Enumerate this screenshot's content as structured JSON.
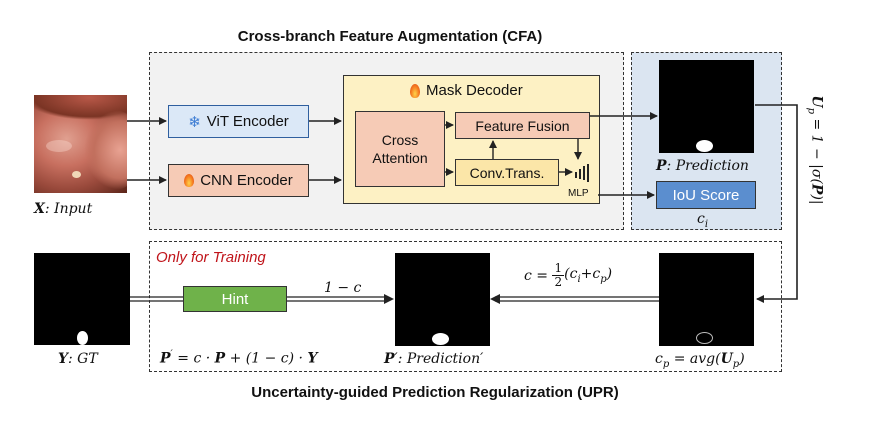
{
  "cfa_title": "Cross-branch Feature Augmentation (CFA)",
  "upr_title": "Uncertainty-guided Prediction Regularization (UPR)",
  "vit_encoder": {
    "icon": "snowflake-icon",
    "label": "ViT Encoder"
  },
  "cnn_encoder": {
    "icon": "fire-icon",
    "label": "CNN Encoder"
  },
  "mask_decoder": {
    "icon": "fire-icon",
    "title": "Mask Decoder",
    "cross_attention_line1": "Cross",
    "cross_attention_line2": "Attention",
    "feature_fusion": "Feature Fusion",
    "conv_trans": "Conv.Trans.",
    "mlp": "MLP"
  },
  "iou_score": "IoU Score",
  "labels": {
    "input": "X: Input",
    "prediction": "P: Prediction",
    "ci": "c_i",
    "gt": "Y: GT",
    "prediction_prime": "P′: Prediction′",
    "cp": "c_p = avg(U_p)",
    "p_prime_formula": "P′ = c · P + (1 − c) · Y",
    "one_minus_c": "1 − c",
    "c_formula": "c = ½(c_i + c_p)",
    "up_formula": "U_p = 1 − |σ(P)|"
  },
  "only_for_training": "Only for Training",
  "hint": "Hint",
  "colors": {
    "vit_fill": "#dbe8f7",
    "vit_border": "#2f5f9f",
    "cnn_fill": "#f6cbb6",
    "decoder_fill": "#fdf1c4",
    "decoder_border": "#333333",
    "cross_attention_fill": "#f6cbb6",
    "feature_fusion_fill": "#f6cbb6",
    "conv_trans_fill": "#fbe6a8",
    "iou_fill": "#5b8ecf",
    "upr_panel_fill": "#dbe5f1",
    "hint_fill": "#6fb24a",
    "only_training_color": "#c0141a",
    "cfa_panel_fill": "#f2f2f2"
  }
}
